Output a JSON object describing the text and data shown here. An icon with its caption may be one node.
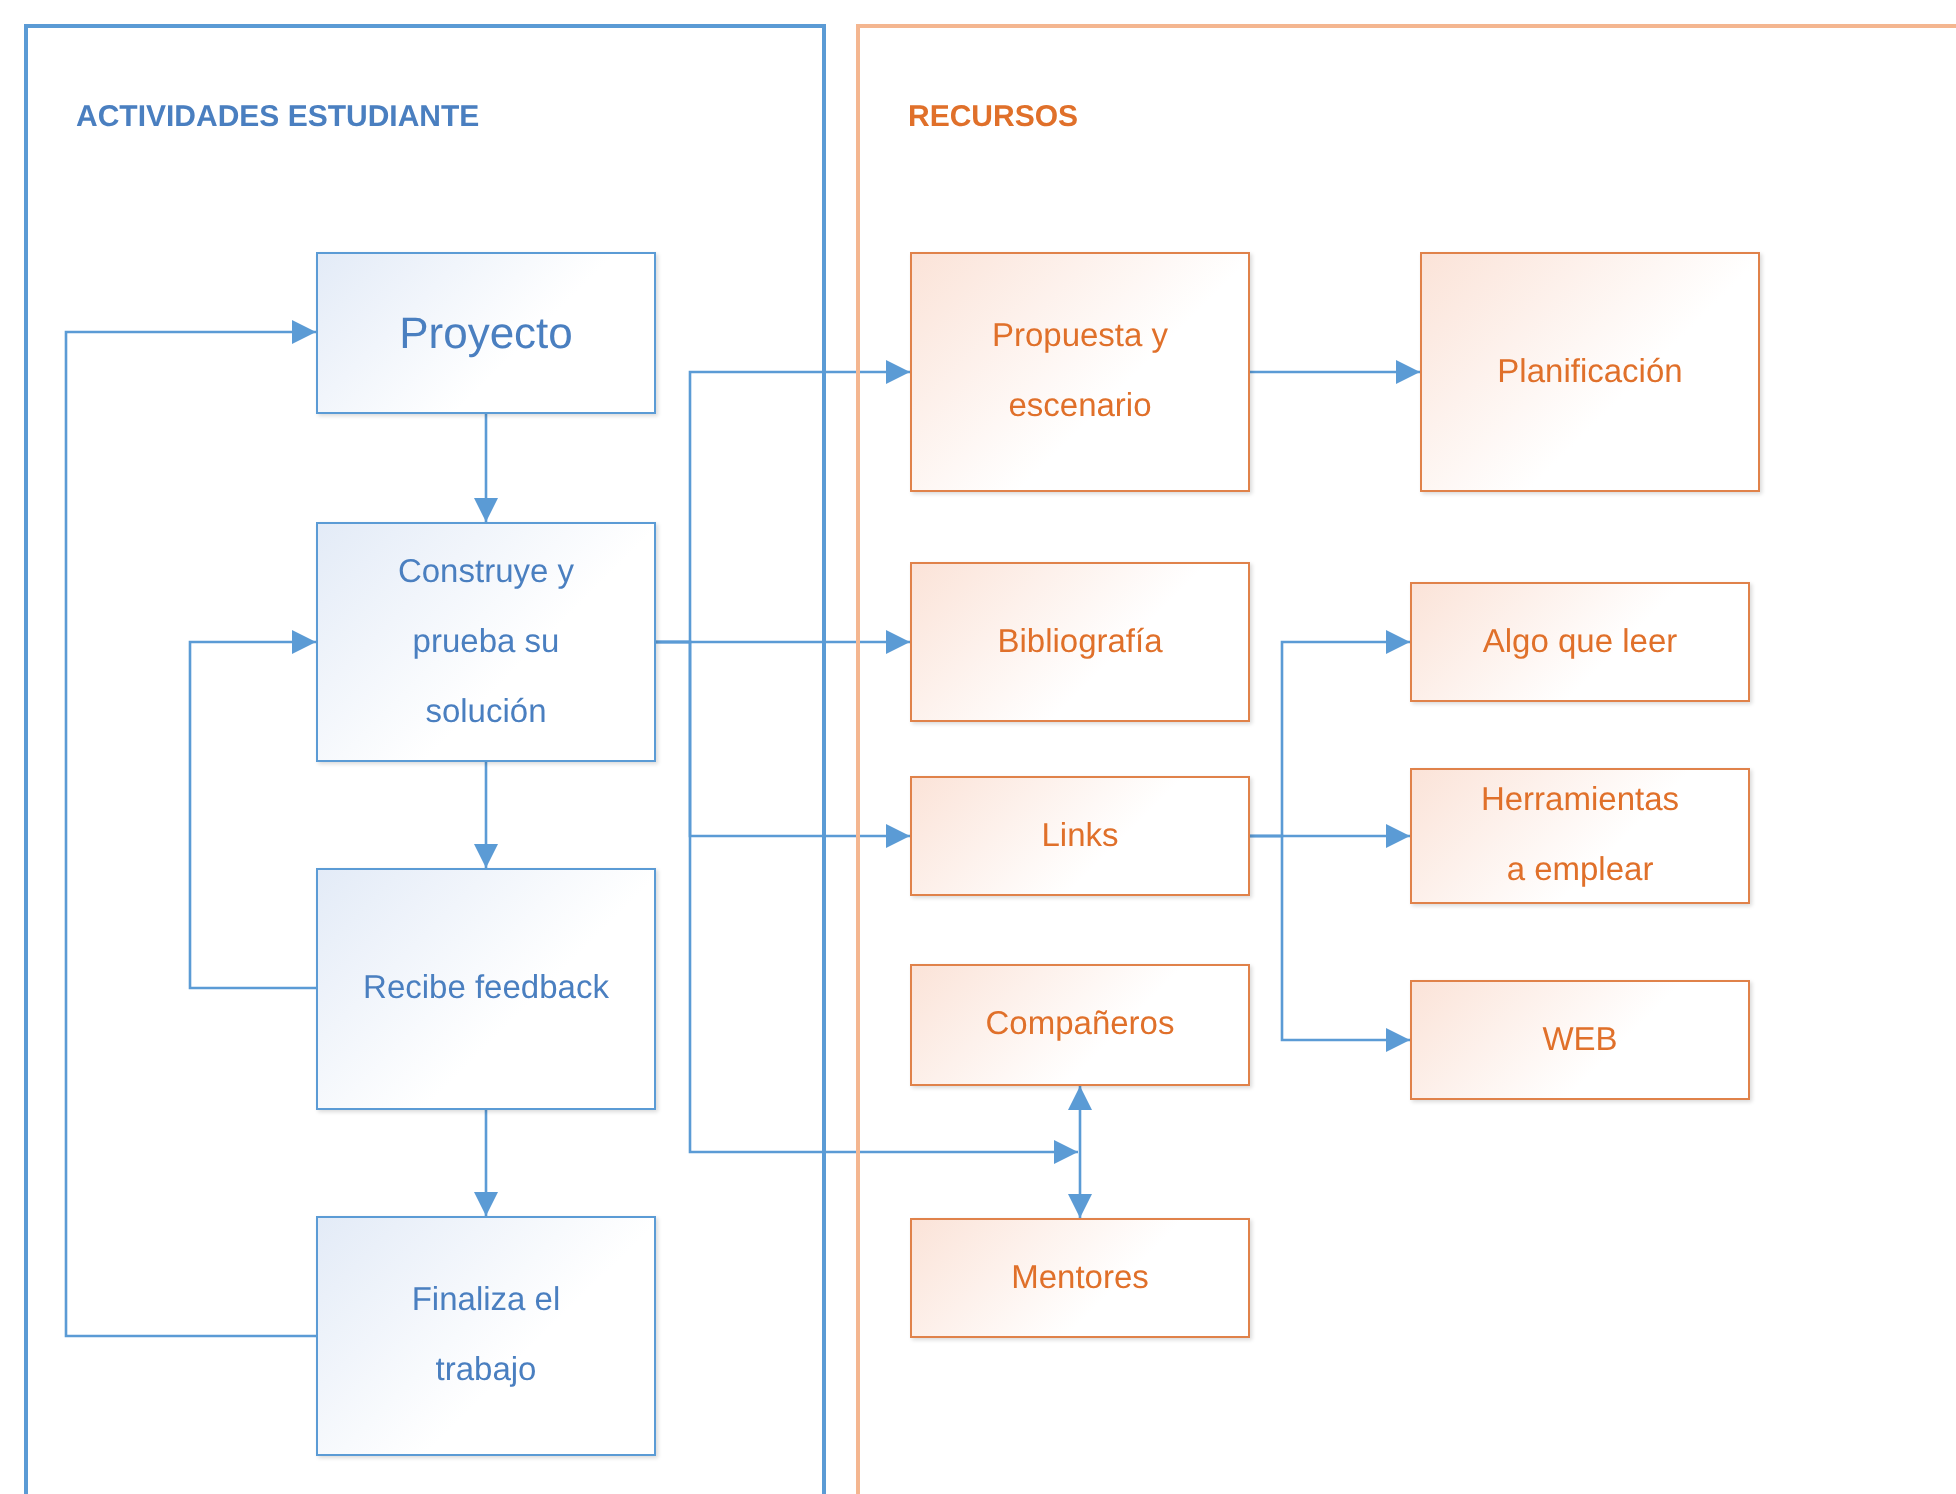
{
  "diagram": {
    "nodes": [
      {
        "text": [
          "ACTIVIDADES ESTUDIANTE"
        ]
      },
      {
        "text": [
          "RECURSOS"
        ]
      },
      {
        "text": [
          "Proyecto"
        ],
        "in": 0
      },
      {
        "text": [
          "Construye y prueba su solución"
        ],
        "in": 0
      },
      {
        "text": [
          "Recibe feedback"
        ],
        "in": 0
      },
      {
        "text": [
          "Finaliza el trabajo"
        ],
        "in": 0
      },
      {
        "text": [
          "Propuesta y escenario"
        ],
        "in": 1
      },
      {
        "text": [
          "Planificación"
        ],
        "in": 1
      },
      {
        "text": [
          "Bibliografía"
        ],
        "in": 1
      },
      {
        "text": [
          "Links"
        ],
        "in": 1
      },
      {
        "text": [
          "Compañeros"
        ],
        "in": 1
      },
      {
        "text": [
          "Mentores"
        ],
        "in": 1
      },
      {
        "text": [
          "Algo que leer"
        ],
        "in": 1
      },
      {
        "text": [
          "Herramientas a emplear"
        ],
        "in": 1
      },
      {
        "text": [
          "WEB"
        ],
        "in": 1
      }
    ],
    "edges": [
      {
        "from": 2,
        "to": 3,
        "arrow": "to"
      },
      {
        "from": 3,
        "to": 4,
        "arrow": "to"
      },
      {
        "from": 4,
        "to": 5,
        "arrow": "to"
      },
      {
        "from": 5,
        "to": 2,
        "arrow": "to"
      },
      {
        "from": 4,
        "to": 3,
        "arrow": "to"
      },
      {
        "from": 3,
        "to": 6,
        "arrow": "to"
      },
      {
        "from": 3,
        "to": 8,
        "arrow": "to"
      },
      {
        "from": 3,
        "to": 9,
        "arrow": "to"
      },
      {
        "from": 3,
        "to": null,
        "arrow": "to"
      },
      {
        "from": 10,
        "to": 11,
        "arrow": "both"
      },
      {
        "from": 6,
        "to": 7,
        "arrow": "to"
      },
      {
        "from": 9,
        "to": 12,
        "arrow": "to"
      },
      {
        "from": 9,
        "to": 13,
        "arrow": "to"
      },
      {
        "from": 9,
        "to": 14,
        "arrow": "to"
      }
    ]
  }
}
